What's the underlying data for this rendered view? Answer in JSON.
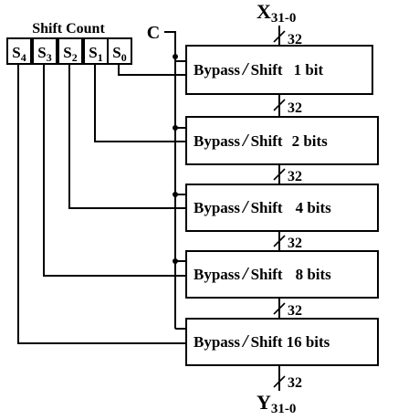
{
  "input_bus": {
    "base": "X",
    "sub": "31-0",
    "width": "32"
  },
  "output_bus": {
    "base": "Y",
    "sub": "31-0",
    "width": "32"
  },
  "control": {
    "label": "C"
  },
  "shift_count": {
    "title": "Shift Count",
    "bits": [
      {
        "base": "S",
        "sub": "4"
      },
      {
        "base": "S",
        "sub": "3"
      },
      {
        "base": "S",
        "sub": "2"
      },
      {
        "base": "S",
        "sub": "1"
      },
      {
        "base": "S",
        "sub": "0"
      }
    ]
  },
  "stages": [
    {
      "prefix": "Bypass",
      "slash": "/",
      "action": "Shift",
      "amount": "1 bit"
    },
    {
      "prefix": "Bypass",
      "slash": "/",
      "action": "Shift",
      "amount": "2 bits"
    },
    {
      "prefix": "Bypass",
      "slash": "/",
      "action": "Shift",
      "amount": "4 bits"
    },
    {
      "prefix": "Bypass",
      "slash": "/",
      "action": "Shift",
      "amount": "8 bits"
    },
    {
      "prefix": "Bypass",
      "slash": "/",
      "action": "Shift",
      "amount": "16 bits"
    }
  ],
  "inter_stage_bus_widths": [
    "32",
    "32",
    "32",
    "32"
  ]
}
